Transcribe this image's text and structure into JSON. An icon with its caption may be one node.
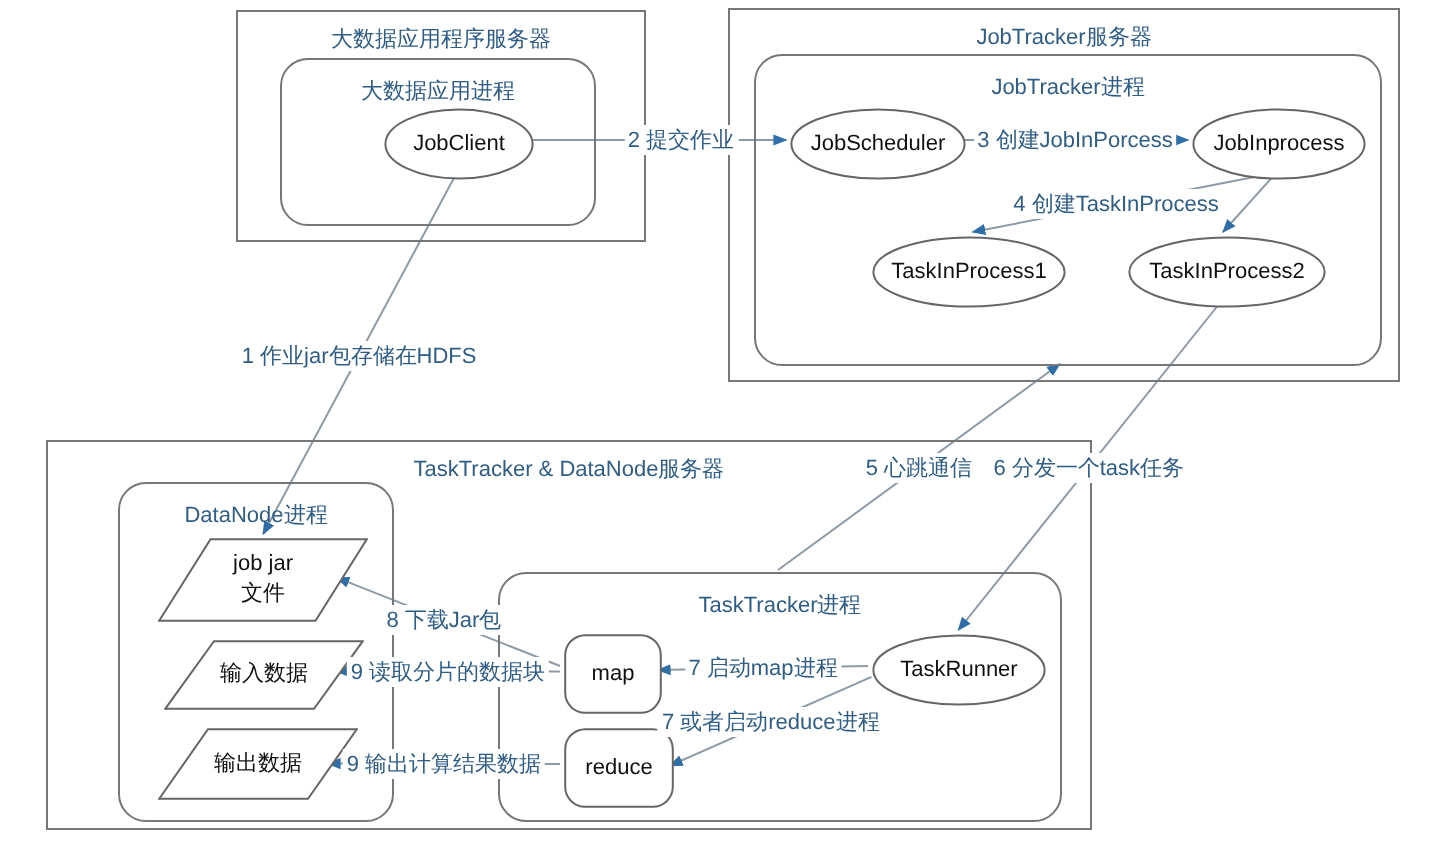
{
  "diagram": {
    "nodes": [
      {
        "text": [
          "大数据应用程序服务器"
        ]
      },
      {
        "text": [
          "大数据应用进程"
        ],
        "in": 0
      },
      {
        "text": [
          "JobClient"
        ],
        "in": 1
      },
      {
        "text": [
          "JobTracker服务器"
        ]
      },
      {
        "text": [
          "JobTracker进程"
        ],
        "in": 3
      },
      {
        "text": [
          "JobScheduler"
        ],
        "in": 4
      },
      {
        "text": [
          "JobInprocess"
        ],
        "in": 4
      },
      {
        "text": [
          "TaskInProcess1"
        ],
        "in": 4
      },
      {
        "text": [
          "TaskInProcess2"
        ],
        "in": 4
      },
      {
        "text": [
          "TaskTracker & DataNode服务器"
        ]
      },
      {
        "text": [
          "DataNode进程"
        ],
        "in": 9
      },
      {
        "text": [
          "job jar 文件"
        ],
        "in": 10
      },
      {
        "text": [
          "输入数据"
        ],
        "in": 10
      },
      {
        "text": [
          "输出数据"
        ],
        "in": 10
      },
      {
        "text": [
          "TaskTracker进程"
        ],
        "in": 9
      },
      {
        "text": [
          "map"
        ],
        "in": 14
      },
      {
        "text": [
          "reduce"
        ],
        "in": 14
      },
      {
        "text": [
          "TaskRunner"
        ],
        "in": 14
      }
    ],
    "edges": [
      {
        "from": 2,
        "to": 5,
        "arrow": "to",
        "label": "2 提交作业"
      },
      {
        "from": 5,
        "to": 6,
        "arrow": "to",
        "label": "3 创建JobInPorcess"
      },
      {
        "from": 6,
        "to": 7,
        "arrow": "to",
        "label": "4 创建TaskInProcess"
      },
      {
        "from": 6,
        "to": 8,
        "arrow": "to"
      },
      {
        "from": 2,
        "to": 11,
        "arrow": "to",
        "label": "1 作业jar包存储在HDFS"
      },
      {
        "from": 14,
        "to": 4,
        "arrow": "to",
        "label": "5 心跳通信"
      },
      {
        "from": 8,
        "to": 17,
        "arrow": "to",
        "label": "6 分发一个task任务"
      },
      {
        "from": 15,
        "to": 11,
        "arrow": "to",
        "label": "8 下载Jar包"
      },
      {
        "from": 15,
        "to": 12,
        "arrow": "to",
        "label": "9 读取分片的数据块"
      },
      {
        "from": 16,
        "to": 13,
        "arrow": "to",
        "label": "9 输出计算结果数据"
      },
      {
        "from": 17,
        "to": 15,
        "arrow": "to",
        "label": "7 启动map进程"
      },
      {
        "from": 17,
        "to": 16,
        "arrow": "to",
        "label": "7 或者启动reduce进程"
      }
    ]
  }
}
